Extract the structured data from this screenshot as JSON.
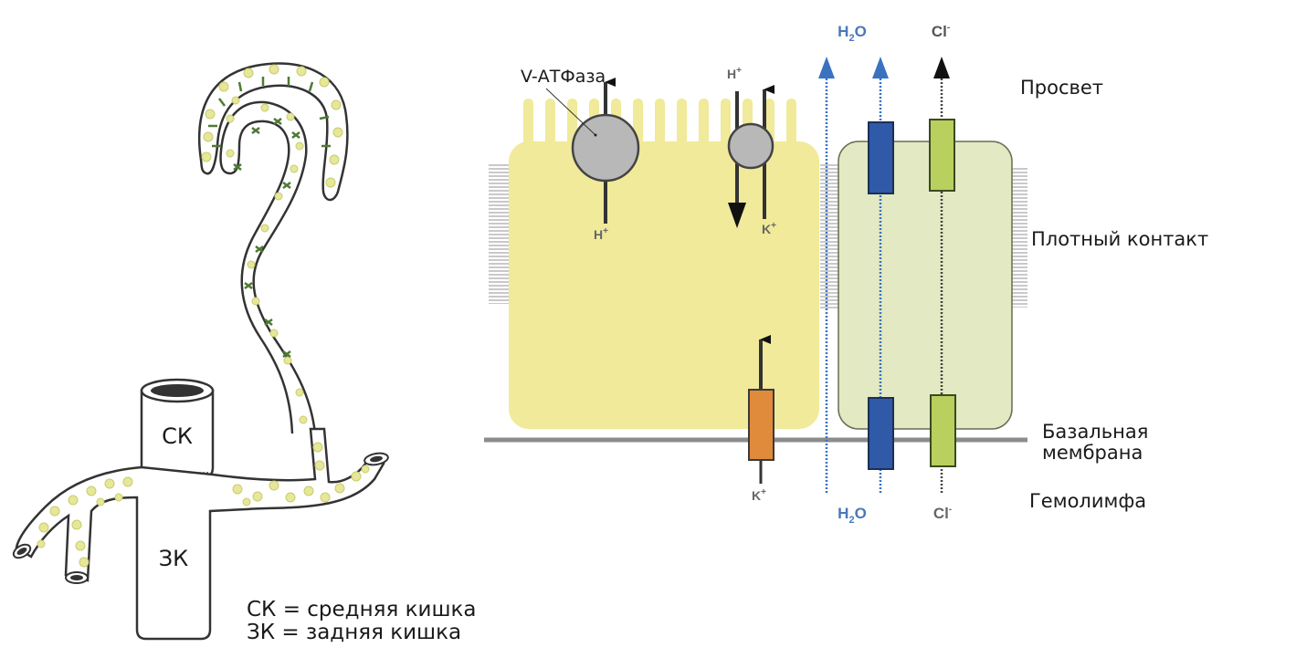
{
  "gut": {
    "midgut_abbr": "СК",
    "hindgut_abbr": "ЗК",
    "legend": [
      "СК = средняя кишка",
      "ЗК = задняя кишка"
    ]
  },
  "cell_diagram": {
    "v_atpase_label": "V-АТФаза",
    "region_labels": {
      "lumen": "Просвет",
      "tight_junction": "Плотный контакт",
      "basement_membrane_line1": "Базальная",
      "basement_membrane_line2": "мембрана",
      "hemolymph": "Гемолимфа"
    },
    "ions": {
      "v_atpase_bottom": "H",
      "v_atpase_bottom_sup": "+",
      "antiporter_h": "H",
      "antiporter_h_sup": "+",
      "antiporter_k": "K",
      "antiporter_k_sup": "+",
      "basal_k": "K",
      "basal_k_sup": "+",
      "water_top": "H",
      "water_top_sub": "2",
      "water_top_o": "O",
      "water_bottom": "H",
      "water_bottom_sub": "2",
      "water_bottom_o": "O",
      "cl_top": "Cl",
      "cl_top_sup": "-",
      "cl_bottom": "Cl",
      "cl_bottom_sup": "-"
    },
    "colors": {
      "principal_cell": "#f0ea9a",
      "stellate_cell": "#e3e9c2",
      "water_channel": "#2e5aa8",
      "cl_channel": "#b9cf5e",
      "k_channel": "#e08a3c",
      "water_arrow": "#3a72c0",
      "pump": "#b8b8b8"
    }
  }
}
